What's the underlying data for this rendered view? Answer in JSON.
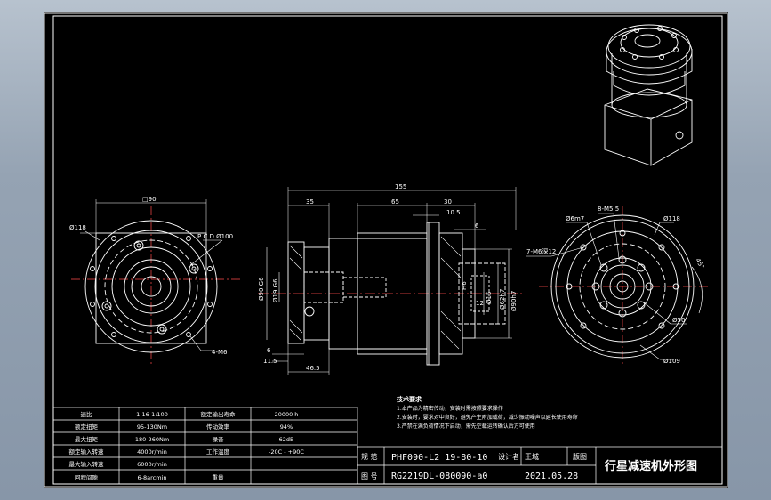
{
  "views": {
    "front": {
      "dim_width": "□90",
      "dim_outer": "Ø118",
      "dim_pcd": "P C D Ø100",
      "dim_holes": "4-M6"
    },
    "side": {
      "dim_total": "155",
      "dim_35": "35",
      "dim_65": "65",
      "dim_30": "30",
      "dim_10_5": "10.5",
      "dim_6_top": "6",
      "dim_h6": "H6",
      "dim_12": "12",
      "dim_d15": "Ø15",
      "dim_d62": "Ø62h7",
      "dim_d90": "Ø90h7",
      "dim_d90g6": "Ø90 G6",
      "dim_d19g6": "Ø19 G6",
      "dim_6_bottom": "6",
      "dim_11_5": "11.5",
      "dim_46_5": "46.5"
    },
    "rear": {
      "dim_holes_top": "8-M5.5",
      "dim_6m7": "Ø6m7",
      "dim_118": "Ø118",
      "dim_7m": "7-M6深12",
      "dim_angle": "45°",
      "dim_50": "Ø50",
      "dim_109": "Ø109"
    }
  },
  "notes": {
    "title": "技术要求",
    "lines": [
      "1.本产品为精密传动，安装时需按照要求操作",
      "2.安装时，要求对中良好，避免产生附加载荷，减少振动噪声以延长使用寿命",
      "3.严禁在满负荷情况下启动，需先空载运转确认后方可使用"
    ]
  },
  "spec_table": {
    "rows": [
      [
        "速比",
        "1:16-1:100",
        "额定输出寿命",
        "20000 h"
      ],
      [
        "额定扭矩",
        "95-130Nm",
        "传动效率",
        "94%"
      ],
      [
        "最大扭矩",
        "180-260Nm",
        "噪音",
        "62dB"
      ],
      [
        "额定输入转速",
        "4000r/min",
        "工作温度",
        "-20C - +90C"
      ],
      [
        "最大输入转速",
        "6000r/min",
        "",
        ""
      ],
      [
        "回程间隙",
        "6-8arcmin",
        "重量",
        ""
      ]
    ]
  },
  "title_block": {
    "spec_label": "规 范",
    "model": "PHF090-L2 19-80-10",
    "author_label": "设计者",
    "designer": "王城",
    "sheet_label": "版图",
    "drawing_label": "图 号",
    "drawing_no": "RG2219DL-080090-a0",
    "date": "2021.05.28",
    "title": "行星减速机外形图"
  }
}
